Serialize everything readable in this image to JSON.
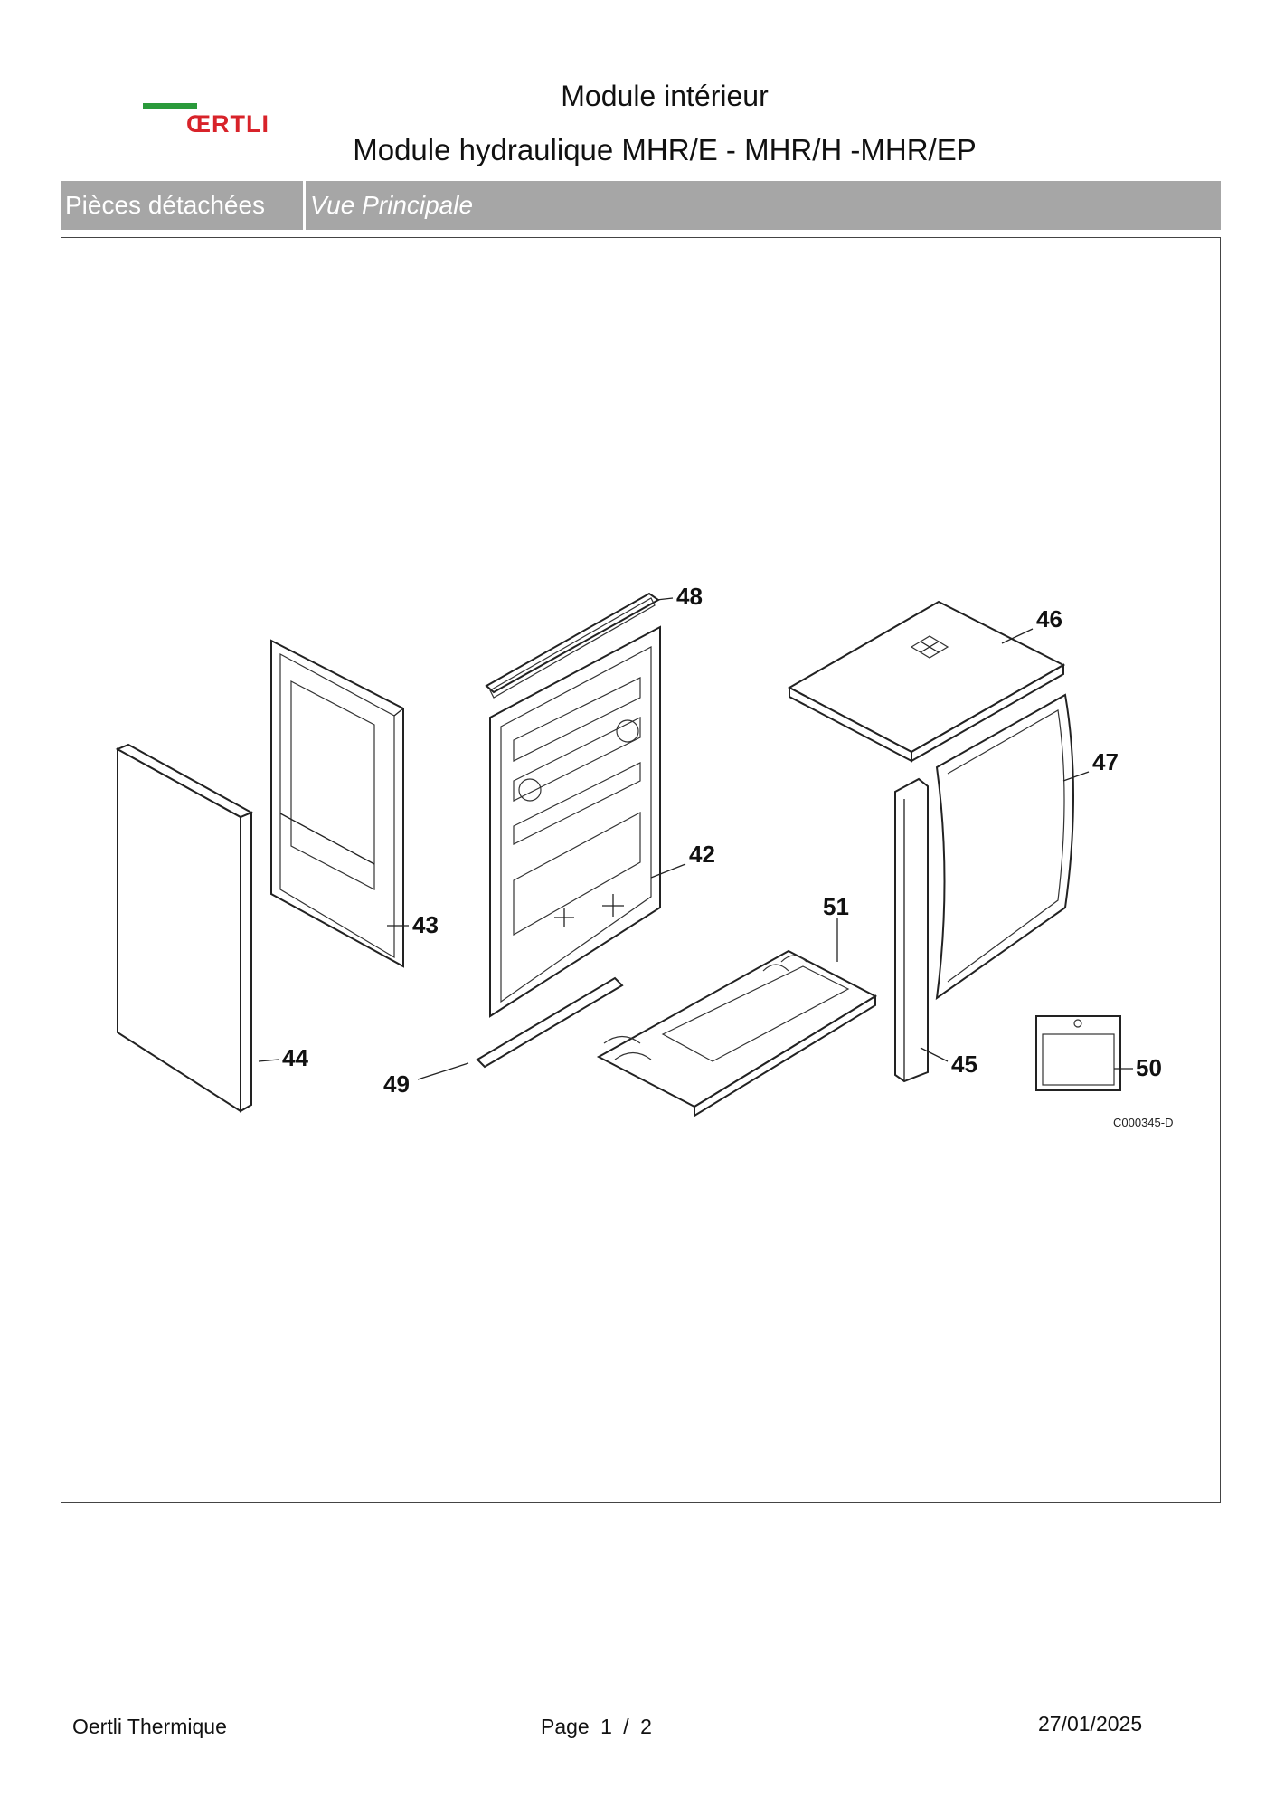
{
  "header": {
    "brand": "ŒRTLI",
    "title": "Module intérieur",
    "subtitle": "Module hydraulique MHR/E - MHR/H -MHR/EP"
  },
  "tabs": {
    "left": "Pièces détachées",
    "right": "Vue Principale"
  },
  "diagram": {
    "callouts": [
      "48",
      "46",
      "47",
      "42",
      "43",
      "51",
      "44",
      "45",
      "50",
      "49"
    ],
    "reference": "C000345-D"
  },
  "footer": {
    "company": "Oertli Thermique",
    "page_label": "Page",
    "page_current": "1",
    "page_sep": "/",
    "page_total": "2",
    "date": "27/01/2025"
  }
}
